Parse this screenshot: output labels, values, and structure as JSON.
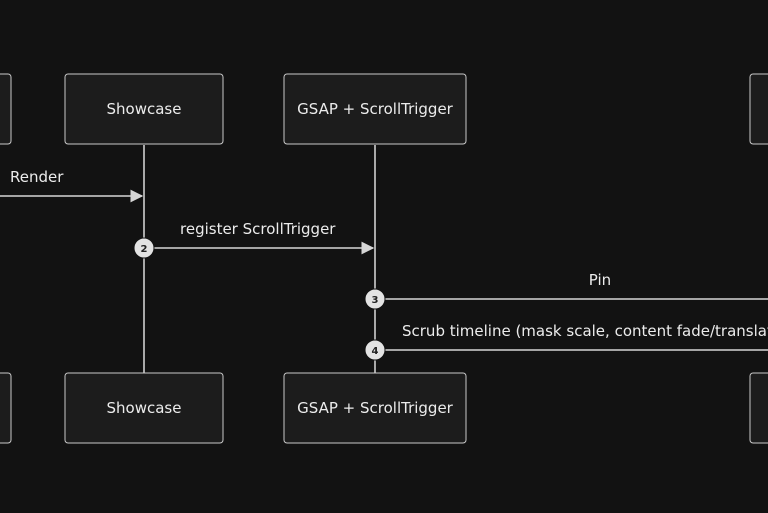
{
  "participants": [
    {
      "id": "left",
      "label": ""
    },
    {
      "id": "showcase",
      "label": "Showcase"
    },
    {
      "id": "gsap",
      "label": "GSAP + ScrollTrigger"
    },
    {
      "id": "right",
      "label": ""
    }
  ],
  "messages": [
    {
      "number": "",
      "label": "Render"
    },
    {
      "number": "2",
      "label": "register ScrollTrigger"
    },
    {
      "number": "3",
      "label": "Pin"
    },
    {
      "number": "4",
      "label": "Scrub timeline (mask scale, content fade/translate)"
    }
  ],
  "colors": {
    "background": "#121212",
    "box_fill": "#1c1c1c",
    "stroke": "#c9c9c9",
    "text": "#ececec",
    "badge": "#e3e3e3"
  }
}
